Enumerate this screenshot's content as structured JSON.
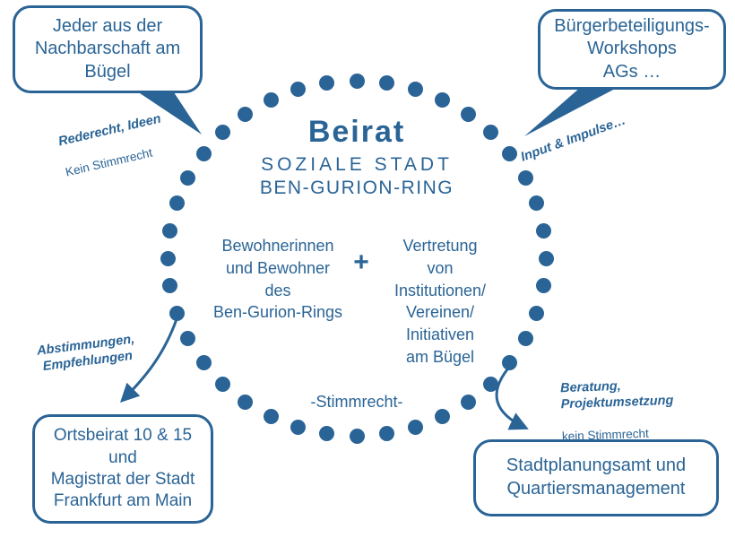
{
  "colors": {
    "primary": "#2a6496"
  },
  "circle": {
    "dot_count": 40,
    "title": "Beirat",
    "subtitle_line1": "SOZIALE STADT",
    "subtitle_line2": "BEN-GURION-RING",
    "left_group": "Bewohnerinnen\nund Bewohner\ndes\nBen-Gurion-Rings",
    "plus_sign": "+",
    "right_group": "Vertretung\nvon\nInstitutionen/\nVereinen/\nInitiativen\nam Bügel",
    "voting_note": "-Stimmrecht-"
  },
  "bubbles": {
    "top_left": "Jeder aus der\nNachbarschaft am\nBügel",
    "top_right": "Bürgerbeteiligungs-\nWorkshops\nAGs …",
    "bottom_left": "Ortsbeirat 10 & 15\nund\nMagistrat der Stadt\nFrankfurt am Main",
    "bottom_right": "Stadtplanungsamt und\nQuartiersmanagement"
  },
  "annotations": {
    "top_left_bold": "Rederecht, Ideen",
    "top_left_rest": "Kein Stimmrecht",
    "top_right_bold": "Input & Impulse…",
    "left_bold": "Abstimmungen,\nEmpfehlungen",
    "right_bold": "Beratung,\nProjektumsetzung",
    "right_rest": "kein Stimmrecht"
  }
}
